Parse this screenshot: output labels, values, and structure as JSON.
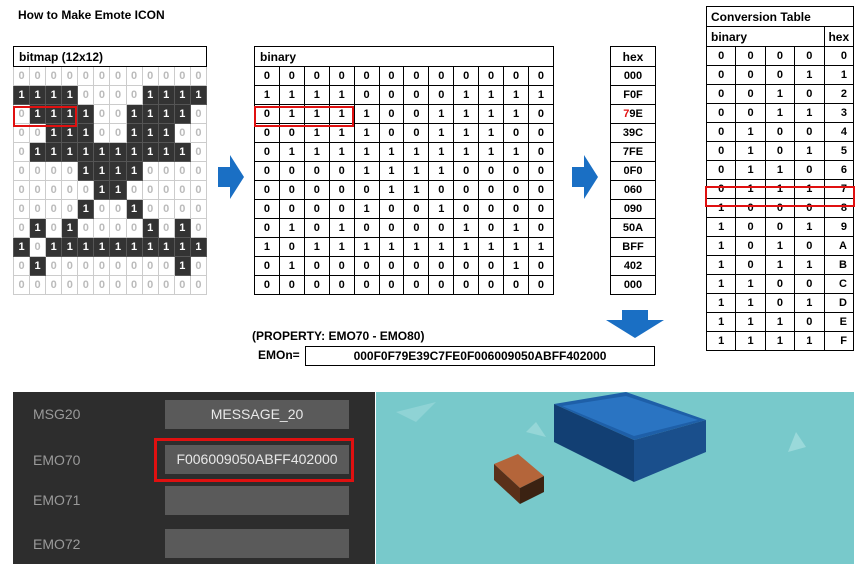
{
  "title": "How to Make Emote ICON",
  "bitmap": {
    "header": "bitmap (12x12)",
    "rows": [
      "000000000000",
      "111100001111",
      "011110011110",
      "001110011100",
      "011111111110",
      "000011110000",
      "000001100000",
      "000010010000",
      "010100001010",
      "101111111111",
      "010000000010",
      "000000000000"
    ]
  },
  "binary": {
    "header": "binary",
    "rows": [
      "000000000000",
      "111100001111",
      "011110011110",
      "001110011100",
      "011111111110",
      "000011110000",
      "000001100000",
      "000010010000",
      "010100001010",
      "101111111111",
      "010000000010",
      "000000000000"
    ]
  },
  "hex": {
    "header": "hex",
    "values": [
      "000",
      "F0F",
      "79E",
      "39C",
      "7FE",
      "0F0",
      "060",
      "090",
      "50A",
      "BFF",
      "402",
      "000"
    ],
    "highlight_index": 2,
    "highlight_char": "7",
    "highlight_rest": "9E"
  },
  "property_caption": "(PROPERTY: EMO70 - EMO80)",
  "emon_label": "EMOn=",
  "emon_value": "000F0F79E39C7FE0F006009050ABFF402000",
  "conversion": {
    "title": "Conversion Table",
    "col_binary": "binary",
    "col_hex": "hex",
    "rows": [
      {
        "bits": "0000",
        "hex": "0"
      },
      {
        "bits": "0001",
        "hex": "1"
      },
      {
        "bits": "0010",
        "hex": "2"
      },
      {
        "bits": "0011",
        "hex": "3"
      },
      {
        "bits": "0100",
        "hex": "4"
      },
      {
        "bits": "0101",
        "hex": "5"
      },
      {
        "bits": "0110",
        "hex": "6"
      },
      {
        "bits": "0111",
        "hex": "7"
      },
      {
        "bits": "1000",
        "hex": "8"
      },
      {
        "bits": "1001",
        "hex": "9"
      },
      {
        "bits": "1010",
        "hex": "A"
      },
      {
        "bits": "1011",
        "hex": "B"
      },
      {
        "bits": "1100",
        "hex": "C"
      },
      {
        "bits": "1101",
        "hex": "D"
      },
      {
        "bits": "1110",
        "hex": "E"
      },
      {
        "bits": "1111",
        "hex": "F"
      }
    ],
    "highlight_index": 7
  },
  "properties": [
    {
      "label": "MSG20",
      "value": "MESSAGE_20"
    },
    {
      "label": "EMO70",
      "value": "F006009050ABFF402000"
    },
    {
      "label": "EMO71",
      "value": ""
    },
    {
      "label": "EMO72",
      "value": ""
    }
  ],
  "colors": {
    "highlight": "#e01010",
    "arrow": "#1a6fc4",
    "panel": "#2d2d2d",
    "field": "#5a5a5a",
    "scene": "#78c9cb"
  }
}
